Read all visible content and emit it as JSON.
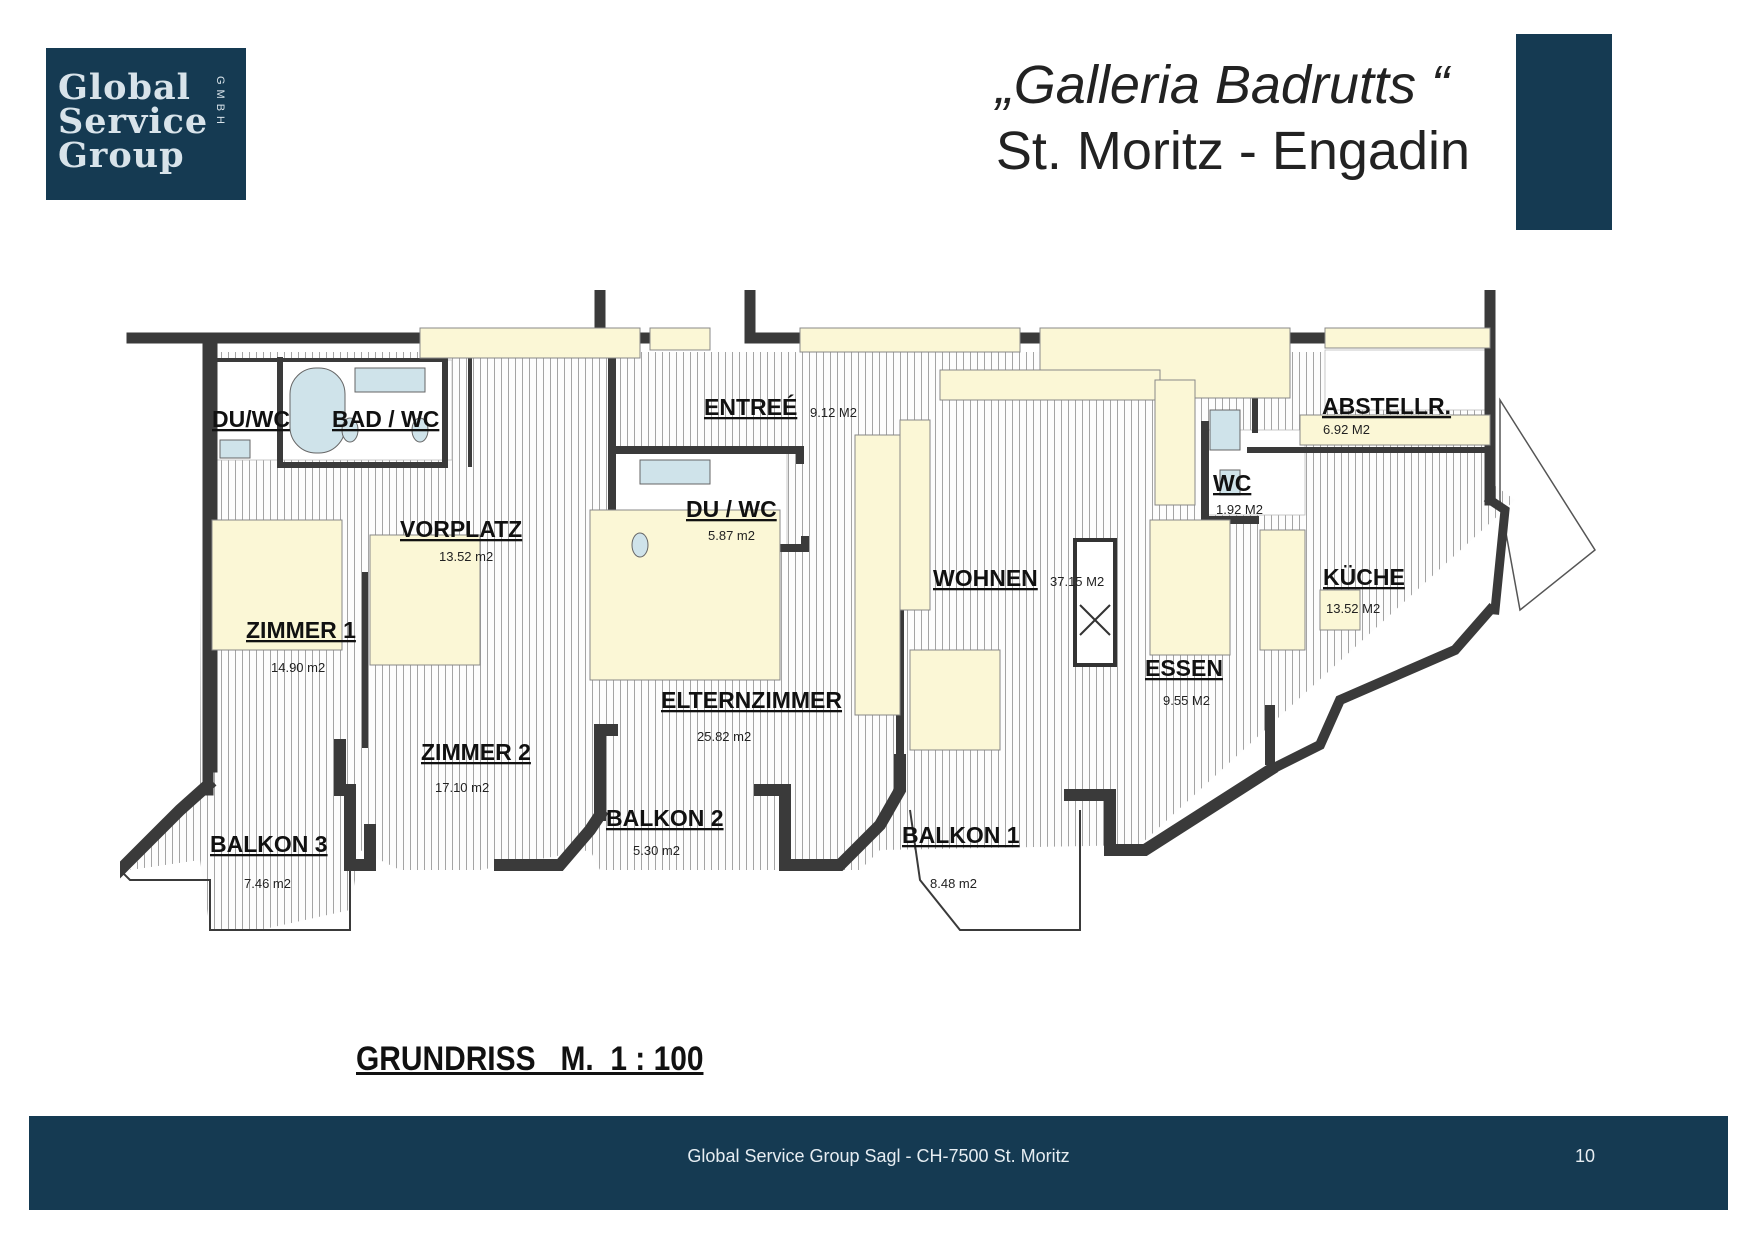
{
  "logo": {
    "lines": [
      "Global",
      "Service",
      "Group"
    ],
    "suffix": "GMBH"
  },
  "title": {
    "line1": "„Galleria Badrutts “",
    "line2": "St. Moritz - Engadin"
  },
  "rooms": [
    {
      "name": "DU/WC",
      "area": ""
    },
    {
      "name": "BAD / WC",
      "area": ""
    },
    {
      "name": "ENTREÉ",
      "area": "9.12 M2"
    },
    {
      "name": "VORPLATZ",
      "area": "13.52 m2"
    },
    {
      "name": "DU / WC",
      "area": "5.87 m2"
    },
    {
      "name": "ZIMMER 1",
      "area": "14.90 m2"
    },
    {
      "name": "ZIMMER 2",
      "area": "17.10 m2"
    },
    {
      "name": "ELTERNZIMMER",
      "area": "25.82 m2"
    },
    {
      "name": "WOHNEN",
      "area": "37.15 M2"
    },
    {
      "name": "ABSTELLR.",
      "area": "6.92 M2"
    },
    {
      "name": "WC",
      "area": "1.92 M2"
    },
    {
      "name": "KÜCHE",
      "area": "13.52 M2"
    },
    {
      "name": "ESSEN",
      "area": "9.55 M2"
    },
    {
      "name": "BALKON 3",
      "area": "7.46 m2"
    },
    {
      "name": "BALKON 2",
      "area": "5.30 m2"
    },
    {
      "name": "BALKON 1",
      "area": "8.48 m2"
    }
  ],
  "scale_label": "GRUNDRISS   M.  1 : 100",
  "footer": {
    "company": "Global Service Group Sagl - CH-7500 St. Moritz",
    "page": "10"
  },
  "colors": {
    "brand_navy": "#153a52",
    "wall": "#3a3a3a",
    "furniture": "#fbf7d6",
    "fixture": "#cfe3ea"
  }
}
